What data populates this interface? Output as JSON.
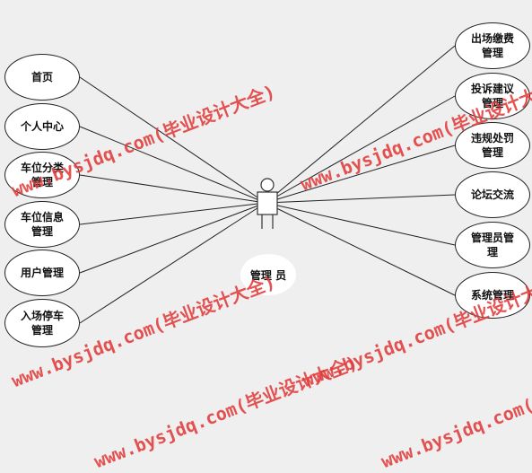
{
  "actor": {
    "label": "管理 员"
  },
  "left_cases": [
    {
      "label": "首页"
    },
    {
      "label": "个人中心"
    },
    {
      "label": "车位分类管理"
    },
    {
      "label": "车位信息管理"
    },
    {
      "label": "用户管理"
    },
    {
      "label": "入场停车管理"
    }
  ],
  "right_cases": [
    {
      "label": "出场缴费管理"
    },
    {
      "label": "投诉建议管理"
    },
    {
      "label": "违规处罚管理"
    },
    {
      "label": "论坛交流"
    },
    {
      "label": "管理员管理"
    },
    {
      "label": "系统管理"
    }
  ],
  "watermark": "www.bysjdq.com(毕业设计大全)"
}
